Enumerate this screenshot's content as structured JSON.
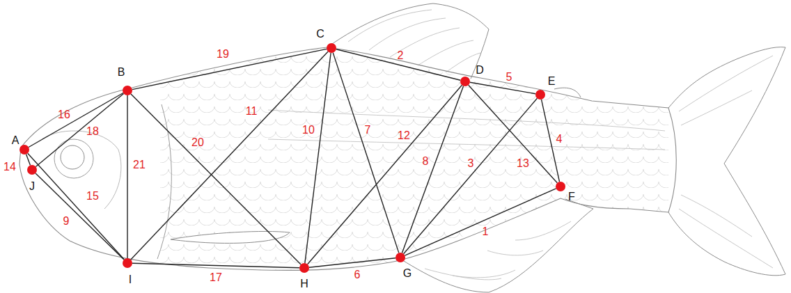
{
  "diagram": {
    "nodes": [
      {
        "text": [
          "A"
        ]
      },
      {
        "text": [
          "B"
        ]
      },
      {
        "text": [
          "C"
        ]
      },
      {
        "text": [
          "D"
        ]
      },
      {
        "text": [
          "E"
        ]
      },
      {
        "text": [
          "F"
        ]
      },
      {
        "text": [
          "G"
        ]
      },
      {
        "text": [
          "H"
        ]
      },
      {
        "text": [
          "I"
        ]
      },
      {
        "text": [
          "J"
        ]
      }
    ],
    "edges": [
      {
        "from": 6,
        "to": 5,
        "label": "1",
        "arrow": "none"
      },
      {
        "from": 2,
        "to": 3,
        "label": "2",
        "arrow": "none"
      },
      {
        "from": 6,
        "to": 4,
        "label": "3",
        "arrow": "none"
      },
      {
        "from": 4,
        "to": 5,
        "label": "4",
        "arrow": "none"
      },
      {
        "from": 3,
        "to": 4,
        "label": "5",
        "arrow": "none"
      },
      {
        "from": 7,
        "to": 6,
        "label": "6",
        "arrow": "none"
      },
      {
        "from": 2,
        "to": 6,
        "label": "7",
        "arrow": "none"
      },
      {
        "from": 3,
        "to": 6,
        "label": "8",
        "arrow": "none"
      },
      {
        "from": 9,
        "to": 8,
        "label": "9",
        "arrow": "none"
      },
      {
        "from": 2,
        "to": 7,
        "label": "10",
        "arrow": "none"
      },
      {
        "from": 2,
        "to": 8,
        "label": "11",
        "arrow": "none"
      },
      {
        "from": 7,
        "to": 3,
        "label": "12",
        "arrow": "none"
      },
      {
        "from": 3,
        "to": 5,
        "label": "13",
        "arrow": "none"
      },
      {
        "from": 0,
        "to": 9,
        "label": "14",
        "arrow": "none"
      },
      {
        "from": 0,
        "to": 8,
        "label": "15",
        "arrow": "none"
      },
      {
        "from": 0,
        "to": 1,
        "label": "16",
        "arrow": "none"
      },
      {
        "from": 8,
        "to": 7,
        "label": "17",
        "arrow": "none"
      },
      {
        "from": 9,
        "to": 1,
        "label": "18",
        "arrow": "none"
      },
      {
        "from": 1,
        "to": 2,
        "label": "19",
        "arrow": "none"
      },
      {
        "from": 1,
        "to": 7,
        "label": "20",
        "arrow": "none"
      },
      {
        "from": 1,
        "to": 8,
        "label": "21",
        "arrow": "none"
      }
    ]
  }
}
